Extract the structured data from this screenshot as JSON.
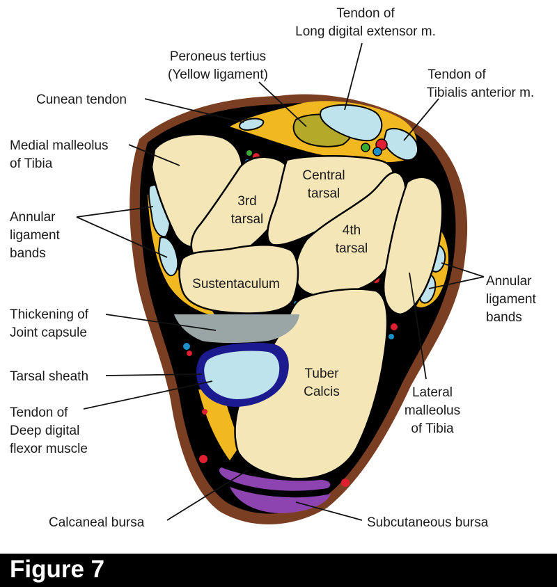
{
  "labels": {
    "tendon_long_digital_1": "Tendon of",
    "tendon_long_digital_2": "Long digital extensor m.",
    "peroneus_1": "Peroneus tertius",
    "peroneus_2": "(Yellow ligament)",
    "tibialis_1": "Tendon of",
    "tibialis_2": "Tibialis anterior m.",
    "cunean": "Cunean tendon",
    "medial_malleolus_1": "Medial malleolus",
    "medial_malleolus_2": "of Tibia",
    "annular_left_1": "Annular",
    "annular_left_2": "ligament",
    "annular_left_3": "bands",
    "annular_right_1": "Annular",
    "annular_right_2": "ligament",
    "annular_right_3": "bands",
    "thickening_1": "Thickening of",
    "thickening_2": "Joint capsule",
    "tarsal_sheath": "Tarsal sheath",
    "deep_digital_1": "Tendon of",
    "deep_digital_2": "Deep digital",
    "deep_digital_3": "flexor muscle",
    "lateral_malleolus_1": "Lateral",
    "lateral_malleolus_2": "malleolus",
    "lateral_malleolus_3": "of Tibia",
    "calcaneal_bursa": "Calcaneal bursa",
    "subcutaneous_bursa": "Subcutaneous bursa"
  },
  "bones": {
    "third_tarsal_1": "3rd",
    "third_tarsal_2": "tarsal",
    "central_tarsal_1": "Central",
    "central_tarsal_2": "tarsal",
    "fourth_tarsal_1": "4th",
    "fourth_tarsal_2": "tarsal",
    "sustentaculum": "Sustentaculum",
    "tuber_calcis_1": "Tuber",
    "tuber_calcis_2": "Calcis"
  },
  "figure_label": "Figure 7",
  "colors": {
    "skin": "#7a3f22",
    "connective": "#000000",
    "ligament_yellow": "#f2b81f",
    "bone": "#f5e6b8",
    "tendon": "#bfe3ec",
    "capsule": "#9aa6a6",
    "sheath": "#1b1b8f",
    "bursa": "#8e44b0",
    "peroneus": "#b5a92a",
    "vessel_red": "#e02030",
    "vessel_blue": "#1a8fc8",
    "vessel_green": "#3aaa35"
  }
}
